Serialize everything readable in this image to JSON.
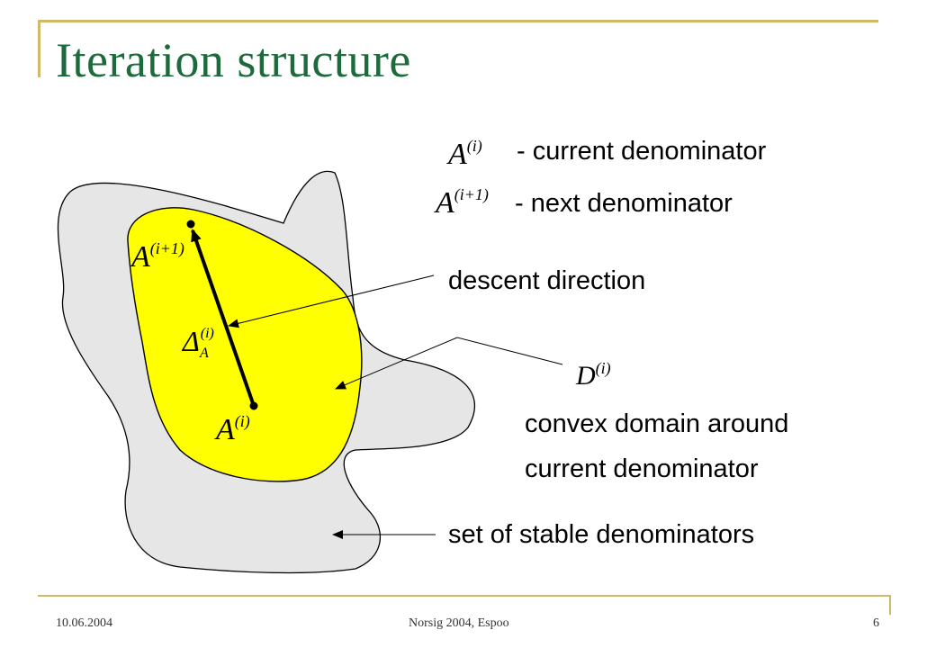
{
  "slide": {
    "title": "Iteration structure",
    "footer_date": "10.06.2004",
    "footer_event": "Norsig 2004, Espoo",
    "footer_page": "6"
  },
  "math": {
    "current_sym": "A",
    "current_sup": "(i)",
    "next_sym": "A",
    "next_sup": "(i+1)",
    "delta_sym": "Δ",
    "delta_sub": "A",
    "delta_sup": "(i)",
    "domain_sym": "D",
    "domain_sup": "(i)"
  },
  "labels": {
    "current_denominator": "- current denominator",
    "next_denominator": "- next denominator",
    "descent_direction": "descent direction",
    "convex_domain_line1": "convex domain around",
    "convex_domain_line2": "current denominator",
    "stable_set": "set of stable denominators"
  },
  "colors": {
    "title": "#1d6b3c",
    "frame": "#d2b96a",
    "stable_region": "#e6e6e6",
    "convex_region": "#ffff00"
  }
}
